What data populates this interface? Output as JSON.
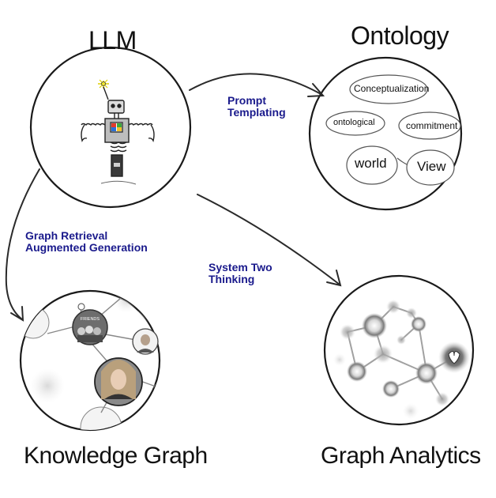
{
  "nodes": {
    "llm": {
      "title": "LLM"
    },
    "ontology": {
      "title": "Ontology",
      "concepts": [
        "Conceptualization",
        "ontological",
        "commitment",
        "world",
        "View"
      ]
    },
    "knowledge_graph": {
      "title": "Knowledge Graph",
      "photo_badge_text": "FRIENDS"
    },
    "graph_analytics": {
      "title": "Graph Analytics"
    }
  },
  "edges": {
    "prompt_templating": {
      "line1": "Prompt",
      "line2": "Templating"
    },
    "graph_retrieval": {
      "line1": "Graph Retrieval",
      "line2": "Augmented Generation"
    },
    "system_two": {
      "line1": "System Two",
      "line2": "Thinking"
    }
  },
  "colors": {
    "edge_label": "#1a1a8c",
    "stroke": "#222222",
    "robot_accent": "#e8e020"
  }
}
